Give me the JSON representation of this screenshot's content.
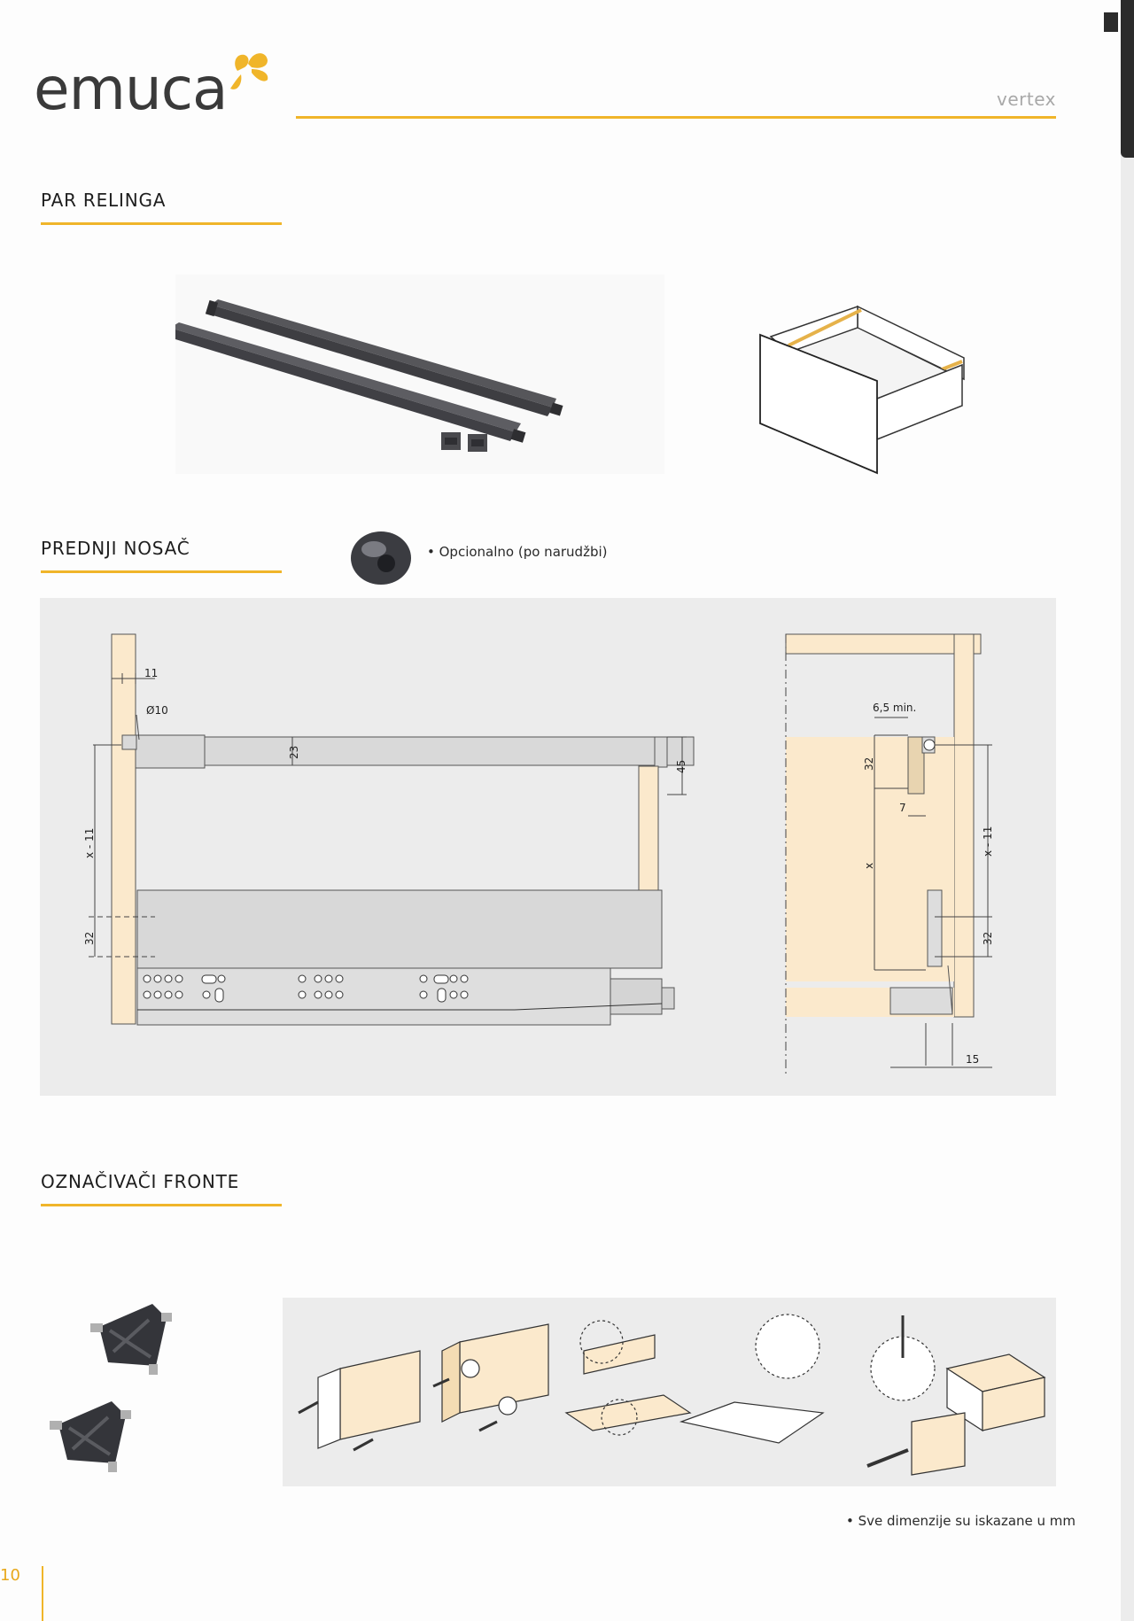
{
  "brand": {
    "name": "emuca",
    "product_line": "vertex"
  },
  "sections": {
    "relinga": {
      "title": "PAR RELINGA"
    },
    "nosac": {
      "title": "PREDNJI NOSAČ",
      "note": "Opcionalno (po narudžbi)"
    },
    "fronte": {
      "title": "OZNAČIVAČI FRONTE"
    }
  },
  "drawing_left": {
    "dim_11": "11",
    "dim_dia10": "Ø10",
    "dim_23": "23",
    "dim_45": "45",
    "dim_x11": "x - 11",
    "dim_32": "32"
  },
  "drawing_right": {
    "dim_65min": "6,5 min.",
    "dim_32a": "32",
    "dim_7": "7",
    "dim_x": "x",
    "dim_x11": "x - 11",
    "dim_32b": "32",
    "dim_15": "15"
  },
  "footnote": "Sve dimenzije su iskazane u mm",
  "page_number": "10",
  "colors": {
    "accent": "#f0b52a",
    "panel": "#ececec",
    "wood": "#fbe9cc",
    "rail": "#4a4a4d"
  },
  "icons": [
    "logo-mark-icon",
    "bullet-icon"
  ]
}
